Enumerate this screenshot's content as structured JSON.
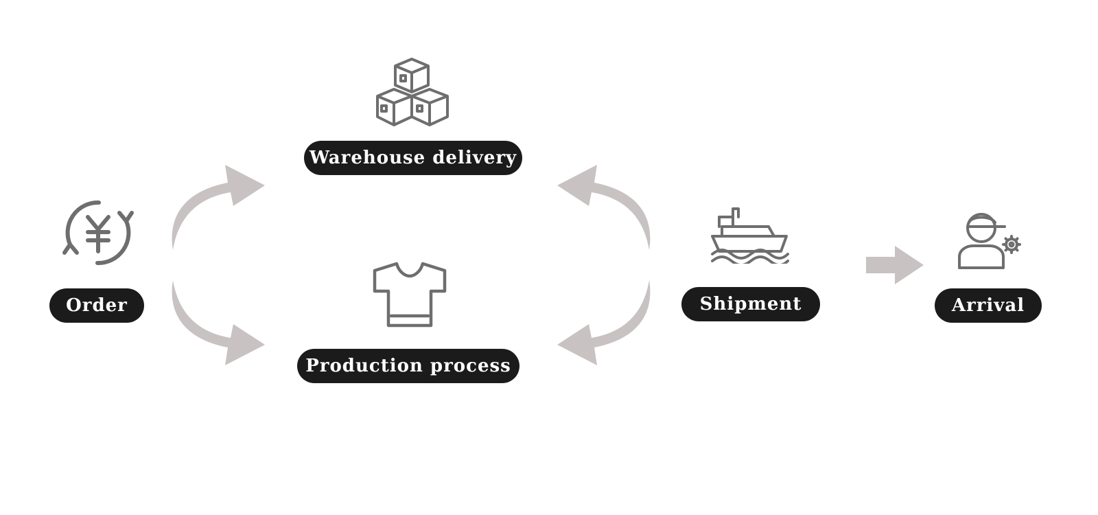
{
  "colors": {
    "icon_stroke": "#6e6e6e",
    "label_bg": "#1b1b1b",
    "label_text": "#ffffff",
    "arrow_fill": "#c8c2c2"
  },
  "steps": [
    {
      "id": "order",
      "label": "Order",
      "icon": "yen-cycle-icon"
    },
    {
      "id": "warehouse",
      "label": "Warehouse delivery",
      "icon": "boxes-icon"
    },
    {
      "id": "production",
      "label": "Production process",
      "icon": "tshirt-icon"
    },
    {
      "id": "shipment",
      "label": "Shipment",
      "icon": "ship-icon"
    },
    {
      "id": "arrival",
      "label": "Arrival",
      "icon": "worker-gear-icon"
    }
  ]
}
